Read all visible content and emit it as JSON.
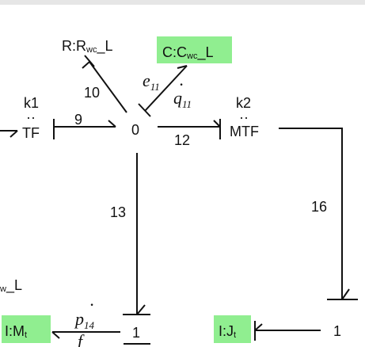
{
  "diagram": {
    "elements": {
      "r_elem": {
        "prefix": "R:R",
        "sub": "wc",
        "suffix": "_L"
      },
      "c_elem": {
        "prefix": "C:C",
        "sub": "wc",
        "suffix": "_L"
      },
      "i_mass": {
        "prefix": "I:M",
        "sub": "t"
      },
      "i_inertia": {
        "prefix": "I:J",
        "sub": "t"
      },
      "left_cut_suffix": {
        "sub": "w",
        "suffix": "_L"
      }
    },
    "junctions": {
      "zero": "0",
      "one_left": "1",
      "one_right": "1"
    },
    "transformers": {
      "tf": {
        "name": "TF",
        "dots": "··",
        "param": "k1"
      },
      "mtf": {
        "name": "MTF",
        "dots": "··",
        "param": "k2"
      }
    },
    "bond_labels": {
      "b9": "9",
      "b10": "10",
      "b12": "12",
      "b13": "13",
      "b16": "16"
    },
    "variables": {
      "e11": {
        "base": "e",
        "sub": "11"
      },
      "q11": {
        "base": "q",
        "sub": "11",
        "dot": "·"
      },
      "p14": {
        "base": "p",
        "sub": "14",
        "dot": "·"
      },
      "f_partial": "f"
    },
    "colors": {
      "highlight": "#90ee90",
      "ink": "#111111",
      "topbar": "#e6e6e6"
    }
  }
}
